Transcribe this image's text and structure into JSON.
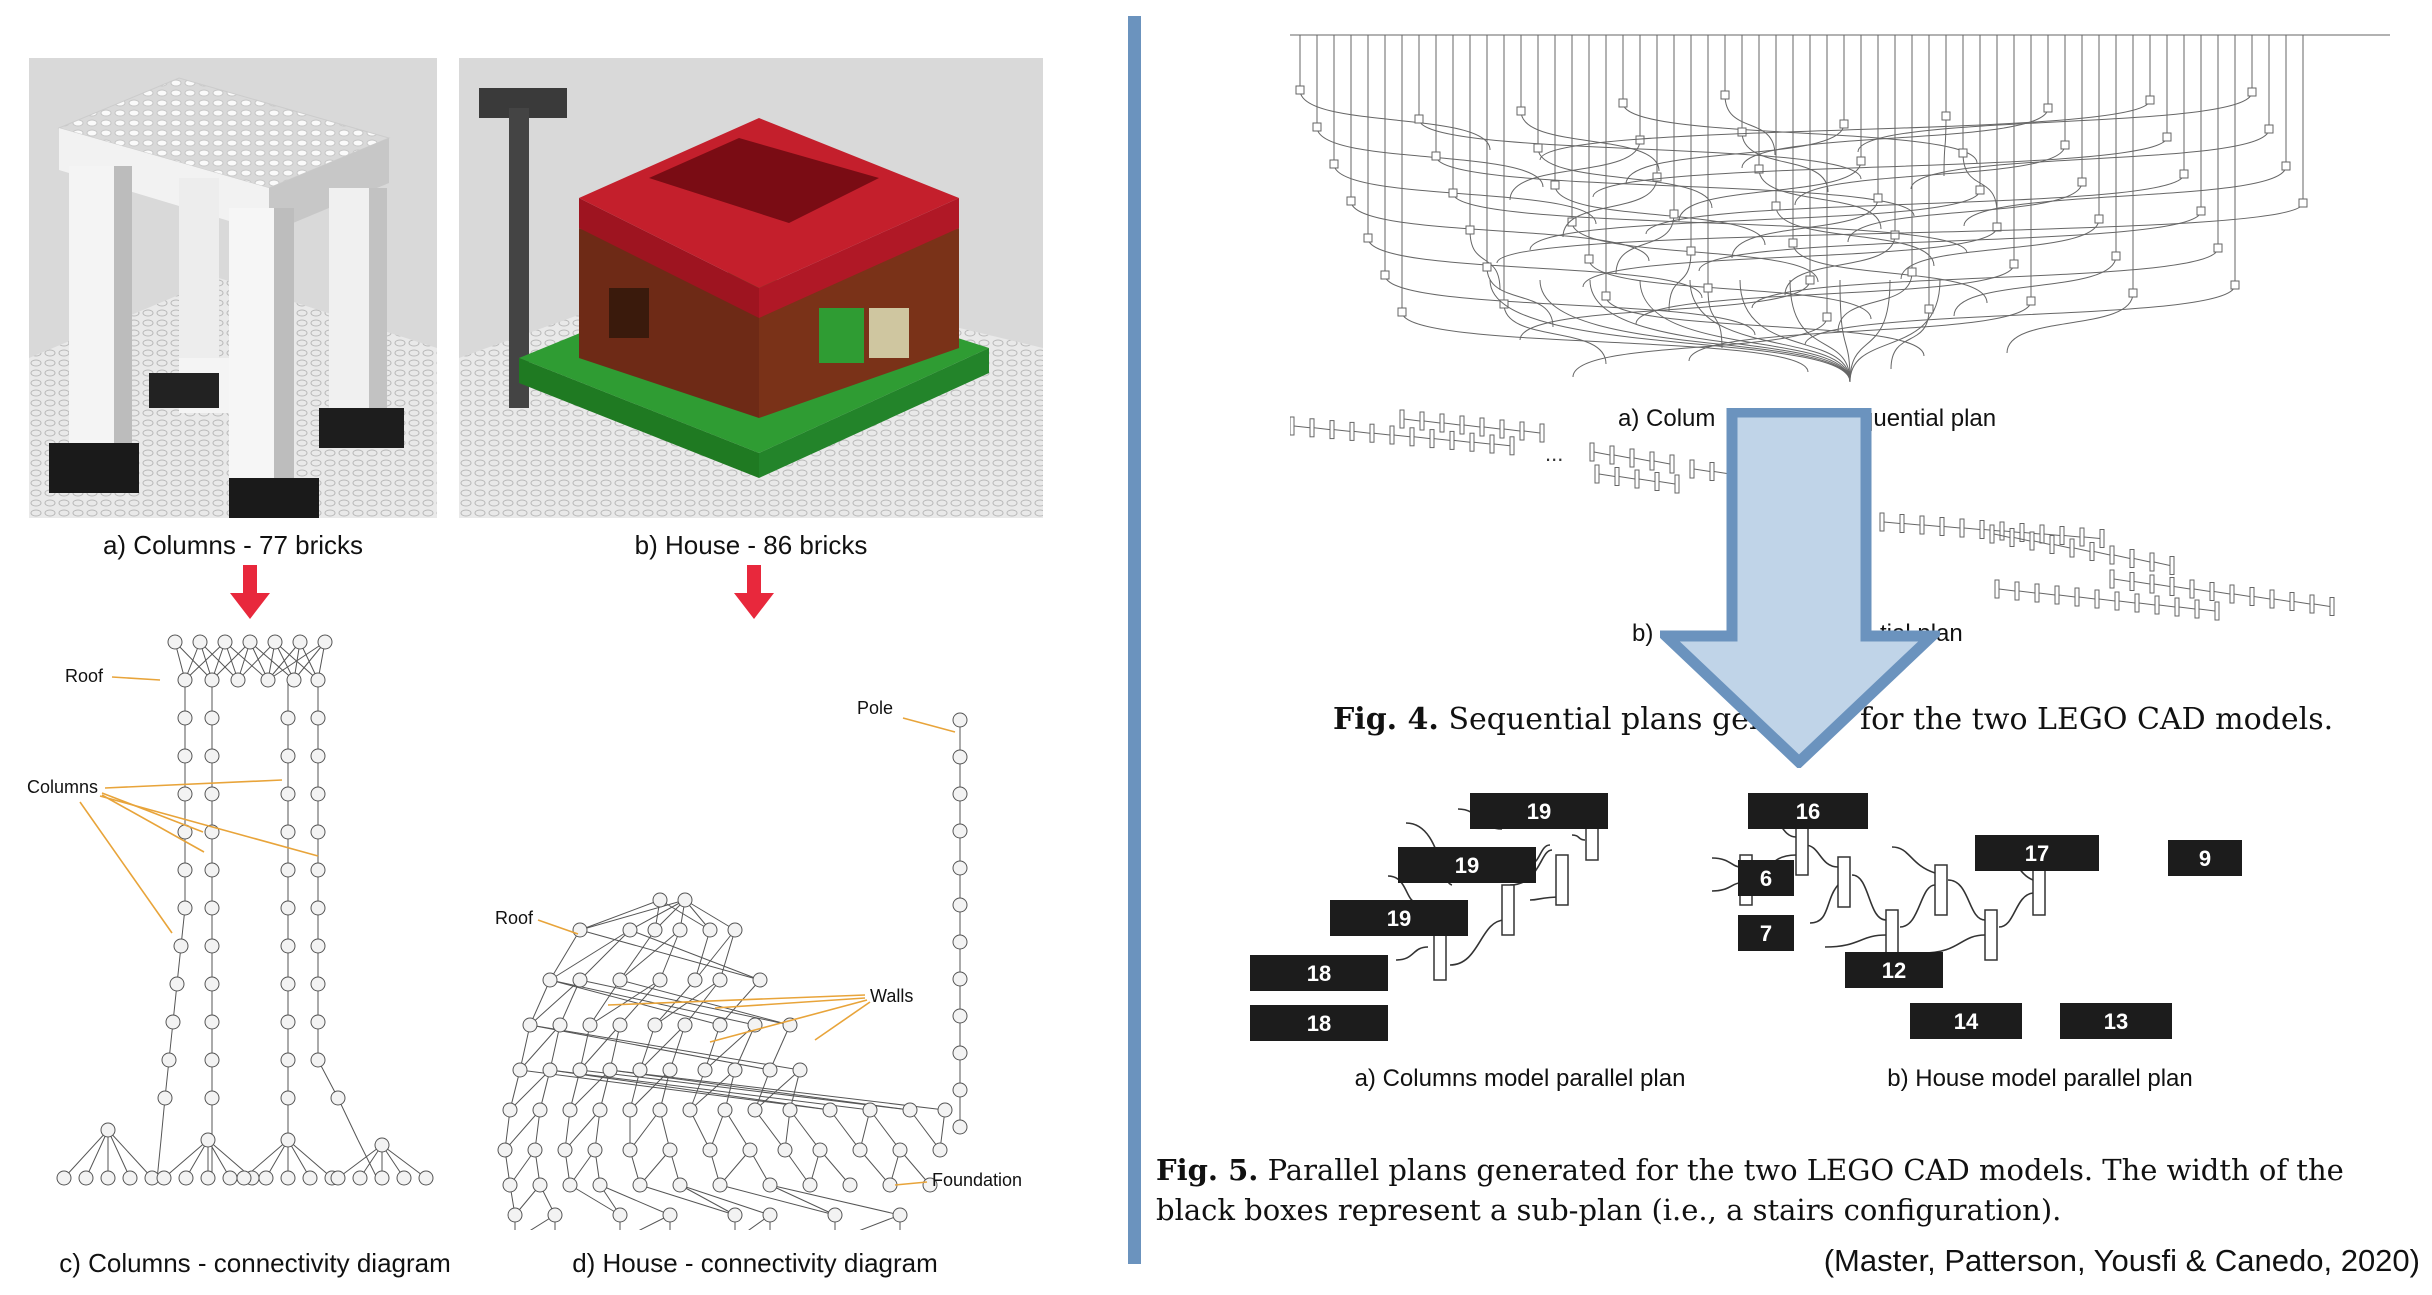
{
  "left_panel": {
    "columns_caption": "a) Columns - 77 bricks",
    "house_caption": "b) House - 86 bricks",
    "columns_diagram_caption": "c) Columns - connectivity diagram",
    "house_diagram_caption": "d) House - connectivity diagram",
    "columns_annotations": {
      "roof": "Roof",
      "columns": "Columns"
    },
    "house_annotations": {
      "pole": "Pole",
      "roof": "Roof",
      "walls": "Walls",
      "foundation": "Foundation"
    }
  },
  "right_panel": {
    "fig4_sub_a": "a) Columns model sequential plan",
    "fig4_sub_a_visible_left": "a) Colum",
    "fig4_sub_a_visible_right": "quential plan",
    "fig4_sub_b_visible_left": "b)",
    "fig4_sub_b_visible_right": "tial plan",
    "fig4_label": "Fig. 4.",
    "fig4_text_left": "Sequential plans gen",
    "fig4_text_right": "for the two LEGO CAD models.",
    "fig5_columns": {
      "boxes": [
        "19",
        "19",
        "19",
        "18",
        "18"
      ],
      "caption": "a) Columns model parallel plan"
    },
    "fig5_house": {
      "boxes": [
        "16",
        "6",
        "7",
        "12",
        "17",
        "14",
        "13",
        "9"
      ],
      "caption": "b) House model parallel plan"
    },
    "fig5_label": "Fig. 5.",
    "fig5_text_line1": "Parallel plans generated for the two LEGO CAD models. The width of the",
    "fig5_text_line2": "black boxes represent a sub-plan (i.e., a stairs configuration).",
    "citation": "(Master, Patterson, Yousfi & Canedo, 2020)"
  },
  "colors": {
    "divider": "#6b93be",
    "arrow_red": "#e8283c",
    "annotation_orange": "#e8a43a",
    "big_arrow_fill": "#c0d4e8",
    "big_arrow_stroke": "#6b93be",
    "brick_red": "#b81424",
    "brick_green": "#2f9c33"
  }
}
